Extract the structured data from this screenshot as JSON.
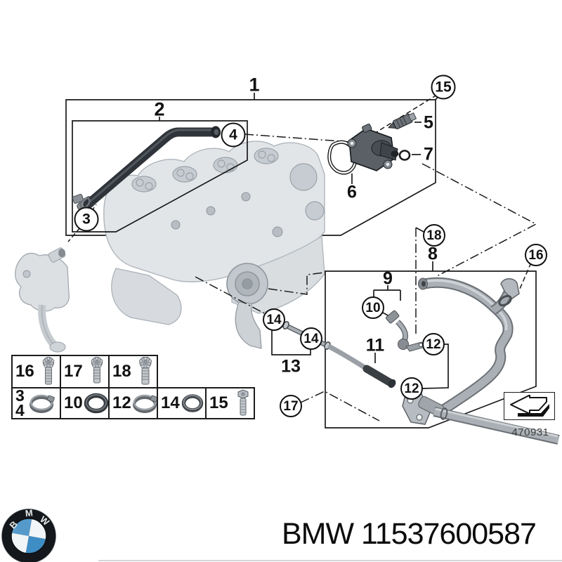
{
  "diagram": {
    "callouts_plain": {
      "n1": "1",
      "n2": "2",
      "n5": "5",
      "n6": "6",
      "n7": "7",
      "n8": "8",
      "n9": "9",
      "n11": "11",
      "n13": "13"
    },
    "callouts_circled": {
      "c3": "3",
      "c4": "4",
      "c10": "10",
      "c12a": "12",
      "c12b": "12",
      "c14a": "14",
      "c14b": "14",
      "c15": "15",
      "c16": "16",
      "c17": "17",
      "c18": "18"
    },
    "drawing_number": "470931"
  },
  "legend": {
    "row1": [
      {
        "label": "16",
        "icon": "bolt"
      },
      {
        "label": "17",
        "icon": "bolt"
      },
      {
        "label": "18",
        "icon": "bolt"
      }
    ],
    "row2": [
      {
        "label": "3",
        "label2": "4",
        "icon": "clamp"
      },
      {
        "label": "10",
        "icon": "o-ring-dark"
      },
      {
        "label": "12",
        "icon": "clamp"
      },
      {
        "label": "14",
        "icon": "o-ring"
      },
      {
        "label": "15",
        "icon": "bolt"
      }
    ]
  },
  "footer": {
    "brand": "BMW",
    "part_number": "11537600587",
    "logo_b": "B",
    "logo_m": "M",
    "logo_w": "W"
  },
  "colors": {
    "line": "#1a1a1a",
    "hose_dark": "#2f343a",
    "metal_gray": "#a7adb3",
    "engine_gray": "#d5d9dc",
    "logo_blue": "#3f8dc5"
  }
}
